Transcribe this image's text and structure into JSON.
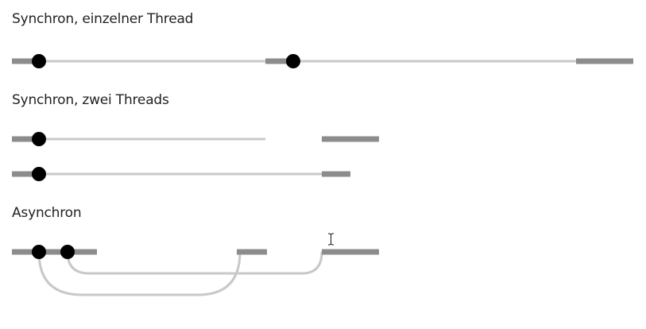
{
  "sections": {
    "single": {
      "title": "Synchron, einzelner Thread"
    },
    "two": {
      "title": "Synchron, zwei Threads"
    },
    "async": {
      "title": "Asynchron"
    }
  },
  "colors": {
    "background": "#ffffff",
    "text": "#222222",
    "work_bar": "#8c8c8c",
    "wait_line": "#c8c8c8",
    "dot": "#000000"
  }
}
